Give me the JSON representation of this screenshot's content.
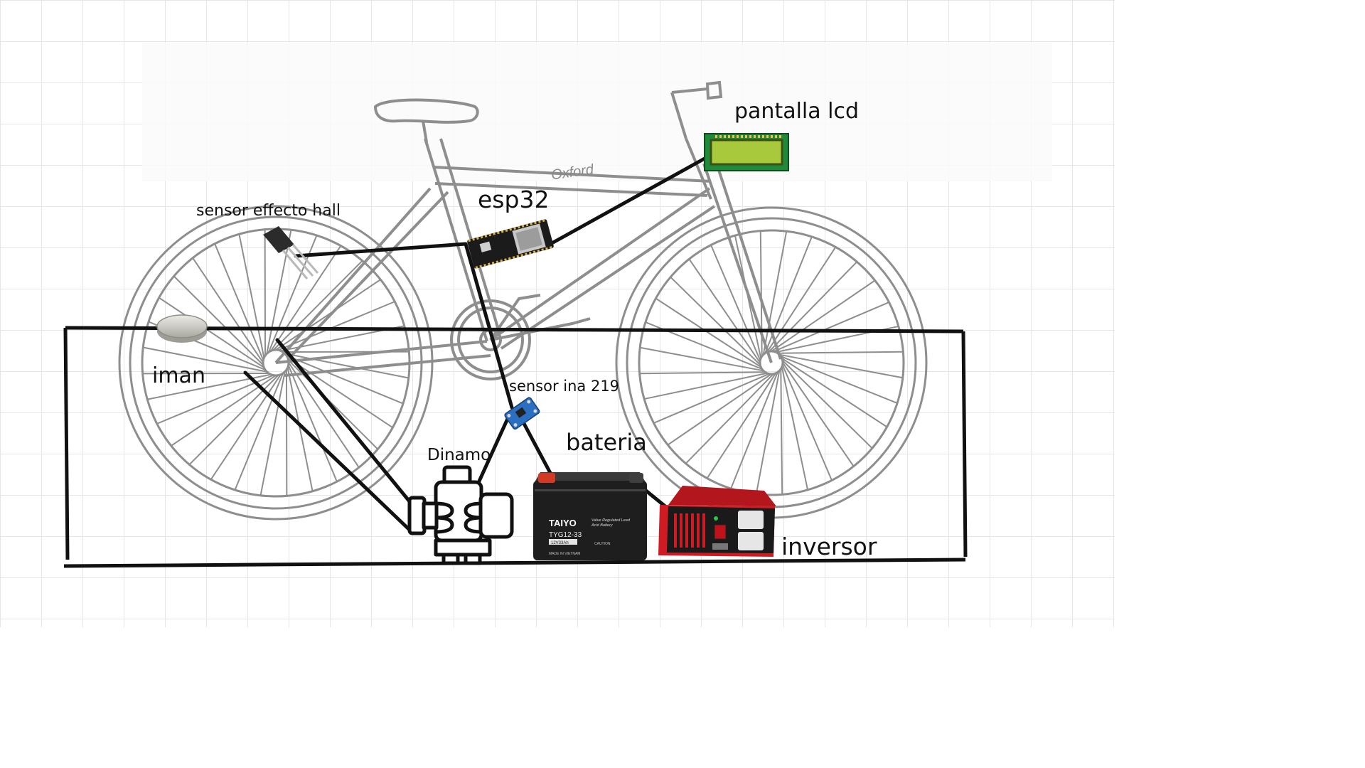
{
  "labels": {
    "hall_sensor": "sensor effecto hall",
    "esp32": "esp32",
    "lcd": "pantalla lcd",
    "magnet": "iman",
    "ina219": "sensor ina 219",
    "dynamo": "Dinamo",
    "battery": "bateria",
    "inverter": "inversor"
  },
  "component_text": {
    "frame_brand": "Oxford",
    "battery_brand": "TAIYO",
    "battery_desc_1": "Valve Regulated Lead",
    "battery_desc_2": "Acid Battery",
    "battery_model": "TYG12-33",
    "battery_rating": "12V33Ah",
    "battery_origin": "MADE IN VIETNAM",
    "battery_caution": "CAUTION"
  },
  "colors": {
    "wire": "#111111",
    "bike_line": "#9a9a9a",
    "grid": "#e6e6e6",
    "lcd_screen": "#a9c93c",
    "lcd_pcb": "#1f8a3a",
    "ina_board": "#2a6fc0",
    "esp_board": "#1b1b1b",
    "battery_body": "#1e1e1e",
    "battery_terminal": "#d23a26",
    "inverter_body": "#d01b22",
    "magnet": "#cfcfc7"
  }
}
